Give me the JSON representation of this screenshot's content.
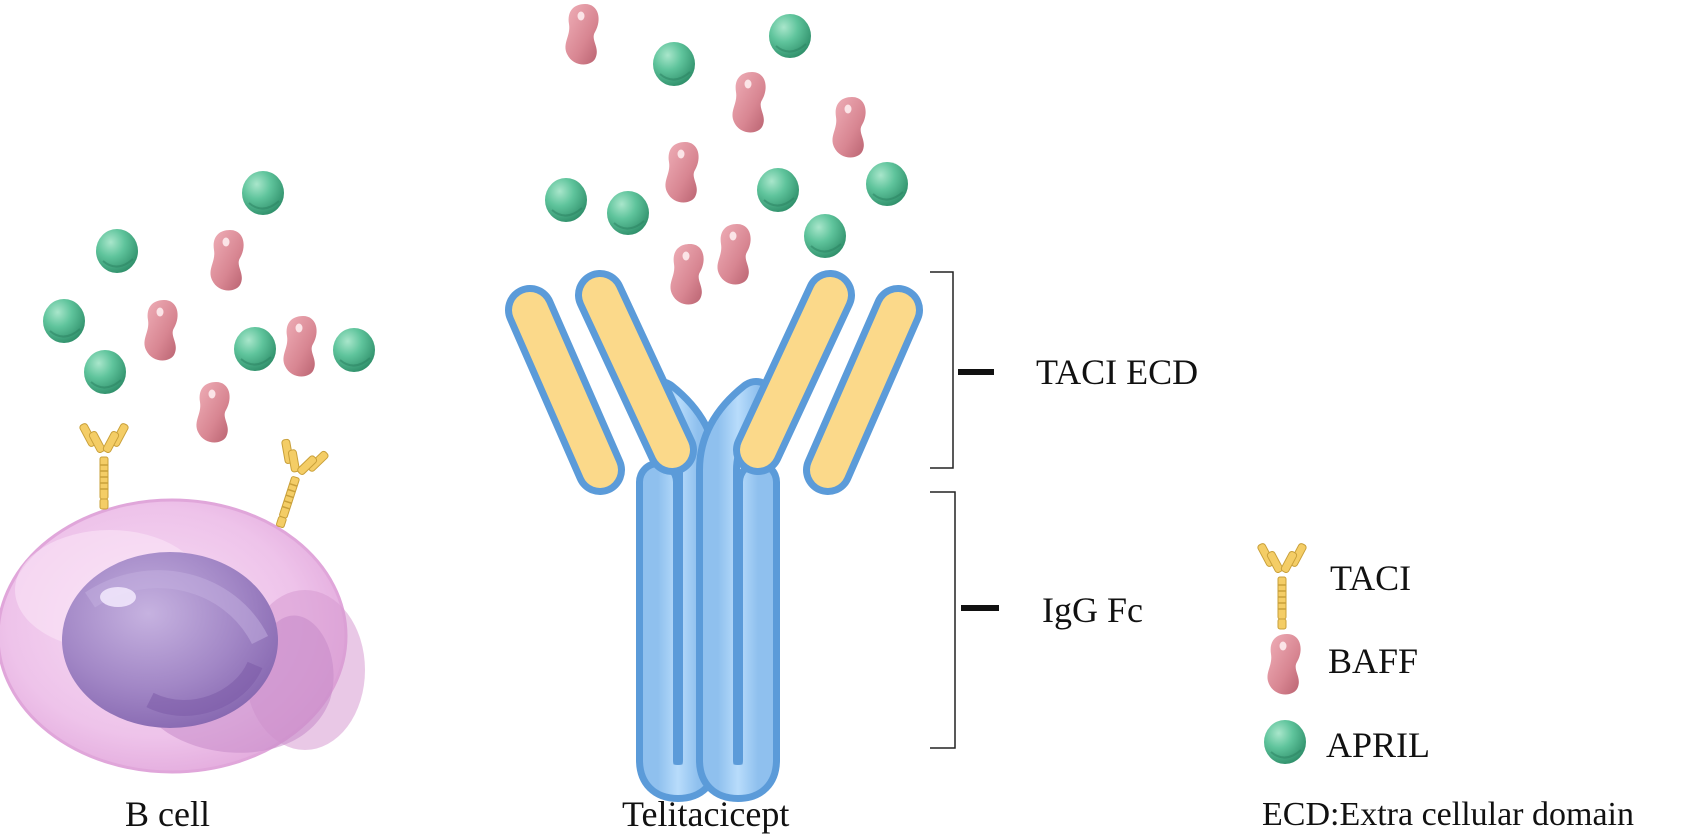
{
  "labels": {
    "b_cell": "B cell",
    "drug": "Telitacicept",
    "taci_ecd": "TACI ECD",
    "igg_fc": "IgG Fc",
    "abbreviation_note": "ECD:Extra cellular domain"
  },
  "legend": [
    {
      "key": "taci",
      "label": "TACI",
      "icon": "taci-receptor-icon"
    },
    {
      "key": "baff",
      "label": "BAFF",
      "icon": "baff-bean-icon"
    },
    {
      "key": "april",
      "label": "APRIL",
      "icon": "april-sphere-icon"
    }
  ],
  "colors": {
    "april": "#5dbf97",
    "april_dark": "#3d9e78",
    "baff": "#d98a95",
    "baff_dark": "#c06f7c",
    "ecd_fill": "#fbd98a",
    "ecd_outline": "#5b9bd9",
    "fc_fill": "#a3cdf5",
    "fc_outline": "#5b9bd9",
    "cell_membrane": "#f0c6ec",
    "nucleus": "#a98bc9",
    "taci": "#f5cf6a"
  }
}
